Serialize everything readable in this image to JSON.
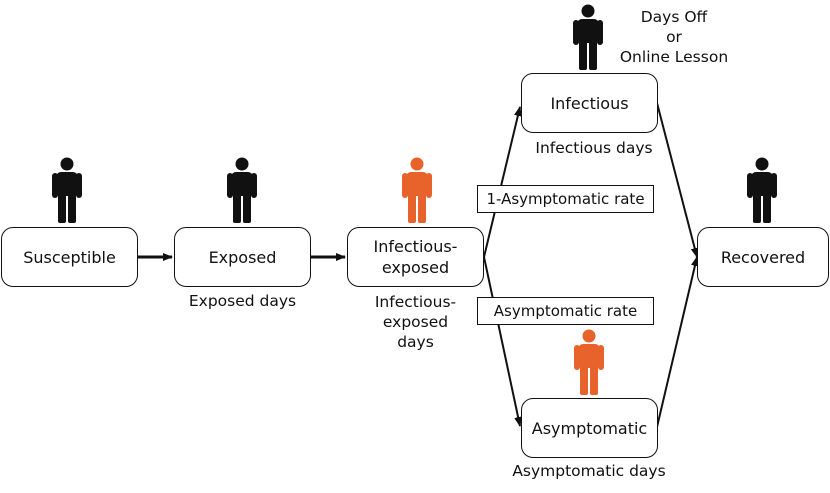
{
  "colors": {
    "stroke": "#111111",
    "person_default": "#111111",
    "person_infectious": "#e8622c"
  },
  "nodes": {
    "susceptible": "Susceptible",
    "exposed": "Exposed",
    "infectious_exposed": "Infectious-\nexposed",
    "infectious": "Infectious",
    "asymptomatic": "Asymptomatic",
    "recovered": "Recovered"
  },
  "captions": {
    "exposed_days": "Exposed days",
    "infectious_exposed_days": "Infectious-\nexposed\ndays",
    "infectious_days": "Infectious days",
    "asymptomatic_days": "Asymptomatic days",
    "days_off": "Days Off\nor\nOnline Lesson"
  },
  "rates": {
    "symptomatic": "1-Asymptomatic rate",
    "asymptomatic": "Asymptomatic rate"
  },
  "icons": {
    "susceptible": "person-icon",
    "exposed": "person-icon",
    "infectious_exposed": "person-icon",
    "infectious": "person-icon",
    "asymptomatic": "person-icon",
    "recovered": "person-icon"
  }
}
